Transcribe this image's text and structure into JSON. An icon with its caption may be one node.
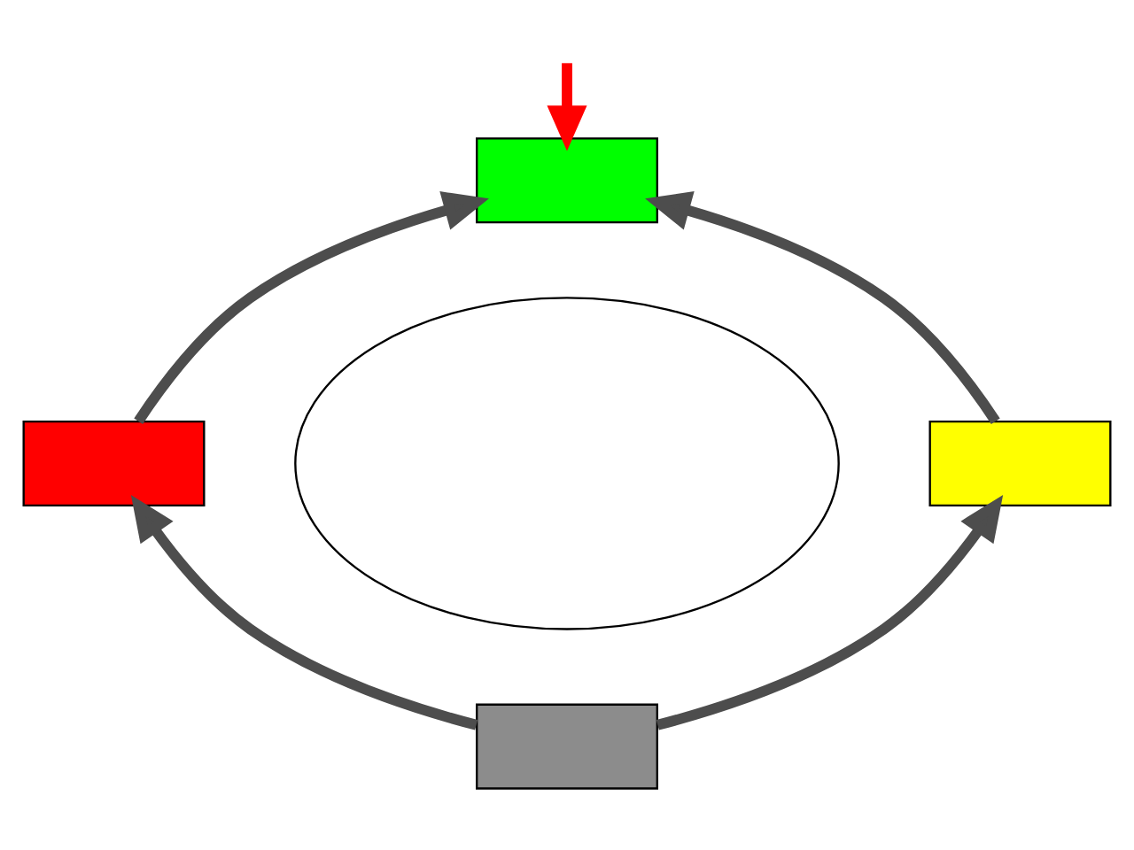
{
  "diagram": {
    "nodes": [
      {
        "text": [],
        "shape": "box"
      },
      {
        "text": [],
        "shape": "box"
      },
      {
        "text": [],
        "shape": "ellipse"
      },
      {
        "text": [],
        "shape": "box"
      },
      {
        "text": [],
        "shape": "box"
      }
    ],
    "edges": [
      {
        "from": null,
        "to": 0,
        "arrow": "to",
        "color": "#ff0000"
      },
      {
        "from": 1,
        "to": 0,
        "arrow": "to"
      },
      {
        "from": 3,
        "to": 0,
        "arrow": "to"
      },
      {
        "from": 4,
        "to": 1,
        "arrow": "to"
      },
      {
        "from": 4,
        "to": 3,
        "arrow": "to"
      }
    ]
  }
}
